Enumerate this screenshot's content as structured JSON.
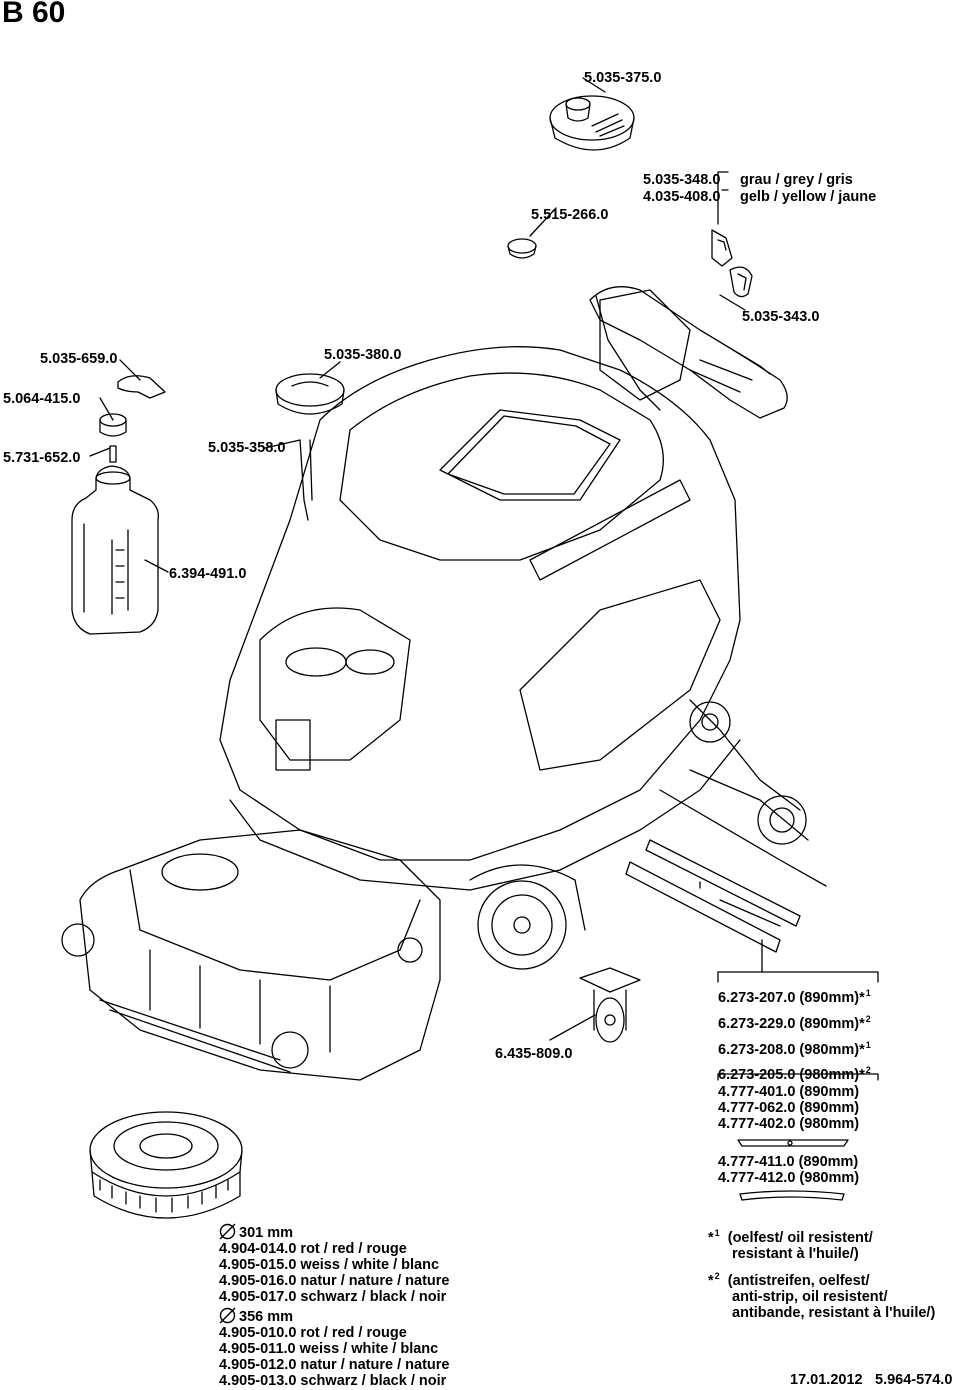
{
  "title": "B 60",
  "parts": {
    "p_375": "5.035-375.0",
    "p_348": "5.035-348.0",
    "p_348_desc": "grau / grey / gris",
    "p_408": "4.035-408.0",
    "p_408_desc": "gelb / yellow / jaune",
    "p_266": "5.515-266.0",
    "p_343": "5.035-343.0",
    "p_659": "5.035-659.0",
    "p_380": "5.035-380.0",
    "p_415": "5.064-415.0",
    "p_652": "5.731-652.0",
    "p_358": "5.035-358.0",
    "p_491": "6.394-491.0",
    "p_809": "6.435-809.0"
  },
  "squeegee_set_a": [
    {
      "part": "6.273-207.0 (890mm)",
      "mark": "1"
    },
    {
      "part": "6.273-229.0 (890mm)",
      "mark": "2"
    },
    {
      "part": "6.273-208.0 (980mm)",
      "mark": "1"
    },
    {
      "part": "6.273-205.0 (980mm)",
      "mark": "2"
    }
  ],
  "squeegee_set_b": [
    "4.777-401.0 (890mm)",
    "4.777-062.0 (890mm)",
    "4.777-402.0 (980mm)"
  ],
  "squeegee_set_c": [
    "4.777-411.0 (890mm)",
    "4.777-412.0 (980mm)"
  ],
  "brush_301": {
    "size": "301 mm",
    "items": [
      "4.904-014.0 rot / red / rouge",
      "4.905-015.0 weiss / white / blanc",
      "4.905-016.0 natur / nature / nature",
      "4.905-017.0 schwarz / black / noir"
    ]
  },
  "brush_356": {
    "size": "356 mm",
    "items": [
      "4.905-010.0 rot / red / rouge",
      "4.905-011.0 weiss / white / blanc",
      "4.905-012.0 natur / nature / nature",
      "4.905-013.0 schwarz / black / noir"
    ]
  },
  "footnotes": {
    "star": "*",
    "n1": "1",
    "n1_line1": "(oelfest/ oil resistent/",
    "n1_line2": "resistant à l'huile/)",
    "n2": "2",
    "n2_line1": "(antistreifen, oelfest/",
    "n2_line2": "anti-strip, oil resistent/",
    "n2_line3": "antibande, resistant à l'huile/)"
  },
  "footer": {
    "date": "17.01.2012",
    "doc": "5.964-574.0"
  }
}
